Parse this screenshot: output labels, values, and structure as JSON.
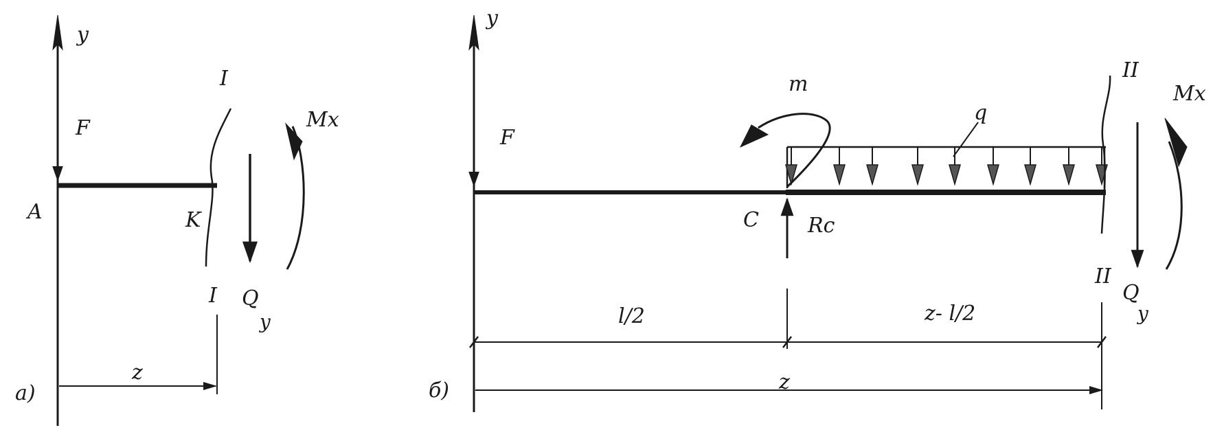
{
  "figure_a": {
    "panel_label": "а)",
    "axis_y": "y",
    "force": "F",
    "point_a": "A",
    "point_k": "K",
    "section_top": "I",
    "section_bottom": "I",
    "shear_main": "Q",
    "shear_sub": "y",
    "moment": "Mx",
    "dim_z": "z"
  },
  "figure_b": {
    "panel_label": "б)",
    "axis_y": "y",
    "force": "F",
    "point_c": "C",
    "reaction": "Rc",
    "couple": "m",
    "load": "q",
    "section_top": "II",
    "section_bottom": "II",
    "shear_main": "Q",
    "shear_sub": "y",
    "moment": "Mx",
    "dim_half": "l/2",
    "dim_rest": "z- l/2",
    "dim_z": "z"
  },
  "colors": {
    "ink": "#1a1a1a",
    "background": "#ffffff"
  }
}
